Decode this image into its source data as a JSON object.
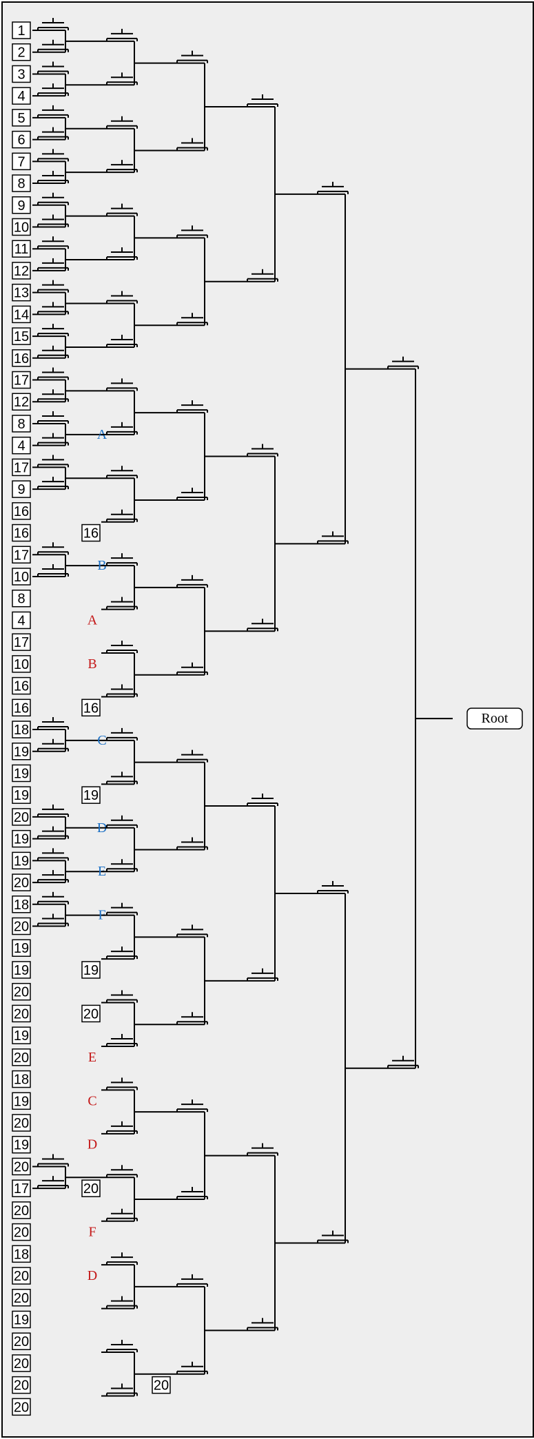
{
  "diagram": {
    "root_label": "Root",
    "leaf_column": [
      "1",
      "2",
      "3",
      "4",
      "5",
      "6",
      "7",
      "8",
      "9",
      "10",
      "11",
      "12",
      "13",
      "14",
      "15",
      "16",
      "17",
      "12",
      "8",
      "4",
      "17",
      "9",
      "16",
      "16",
      "17",
      "10",
      "8",
      "4",
      "17",
      "10",
      "16",
      "16",
      "18",
      "19",
      "19",
      "19",
      "20",
      "19",
      "19",
      "20",
      "18",
      "20",
      "19",
      "19",
      "20",
      "20",
      "19",
      "20",
      "18",
      "19",
      "20",
      "19",
      "20",
      "17",
      "20",
      "20",
      "18",
      "20",
      "20",
      "19",
      "20",
      "20",
      "20",
      "20"
    ],
    "inner_boxes": [
      {
        "text": "16",
        "row": 23
      },
      {
        "text": "16",
        "row": 31
      },
      {
        "text": "19",
        "row": 35
      },
      {
        "text": "19",
        "row": 43
      },
      {
        "text": "20",
        "row": 45
      },
      {
        "text": "20",
        "row": 53
      }
    ],
    "deep_box": {
      "text": "20",
      "row": 62
    },
    "labels_blue": [
      {
        "text": "A",
        "row": 18.5
      },
      {
        "text": "B",
        "row": 24.5
      },
      {
        "text": "C",
        "row": 32.5
      },
      {
        "text": "D",
        "row": 36.5
      },
      {
        "text": "E",
        "row": 38.5
      },
      {
        "text": "F",
        "row": 40.5
      }
    ],
    "labels_red": [
      {
        "text": "A",
        "row": 27
      },
      {
        "text": "B",
        "row": 29
      },
      {
        "text": "E",
        "row": 47
      },
      {
        "text": "C",
        "row": 49
      },
      {
        "text": "D",
        "row": 51
      },
      {
        "text": "F",
        "row": 55
      },
      {
        "text": "D",
        "row": 57
      }
    ],
    "pair_rows": [
      0,
      2,
      4,
      6,
      8,
      10,
      12,
      14,
      16,
      18,
      20,
      24,
      32,
      36,
      38,
      40,
      52
    ],
    "colors": {
      "blue": "#1a6fc4",
      "red": "#c41818",
      "line": "#000000",
      "background": "#eeeeee"
    }
  }
}
